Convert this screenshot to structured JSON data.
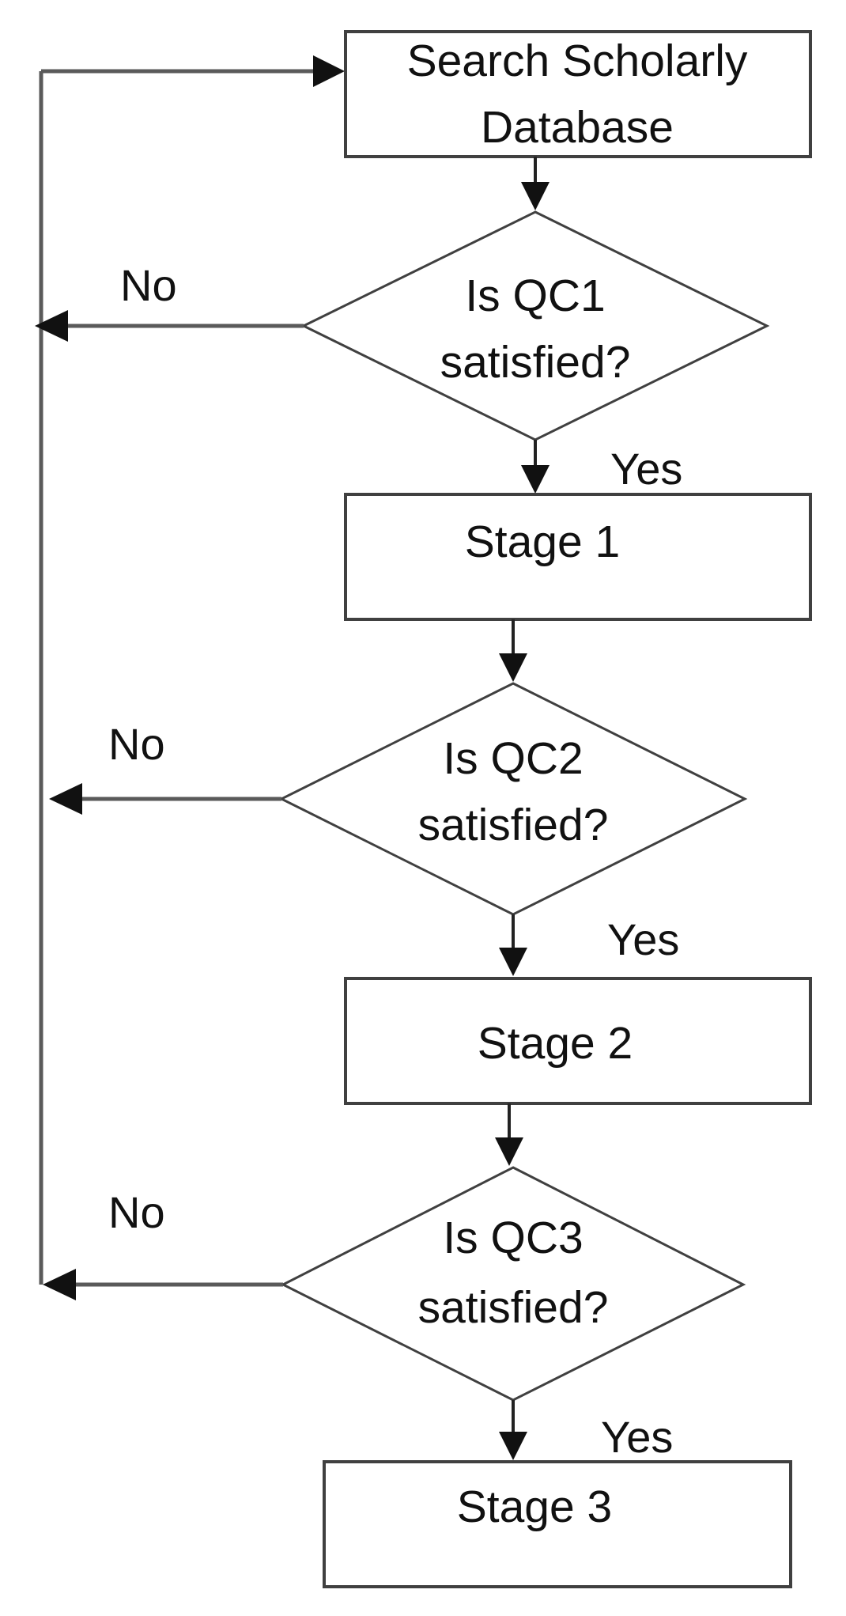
{
  "nodes": {
    "search": {
      "line1": "Search Scholarly",
      "line2": "Database"
    },
    "qc1": {
      "line1": "Is QC1",
      "line2": "satisfied?"
    },
    "stage1": {
      "label": "Stage 1"
    },
    "qc2": {
      "line1": "Is QC2",
      "line2": "satisfied?"
    },
    "stage2": {
      "label": "Stage 2"
    },
    "qc3": {
      "line1": "Is QC3",
      "line2": "satisfied?"
    },
    "stage3": {
      "label": "Stage 3"
    }
  },
  "edges": {
    "qc1_no": "No",
    "qc1_yes": "Yes",
    "qc2_no": "No",
    "qc2_yes": "Yes",
    "qc3_no": "No",
    "qc3_yes": "Yes"
  }
}
